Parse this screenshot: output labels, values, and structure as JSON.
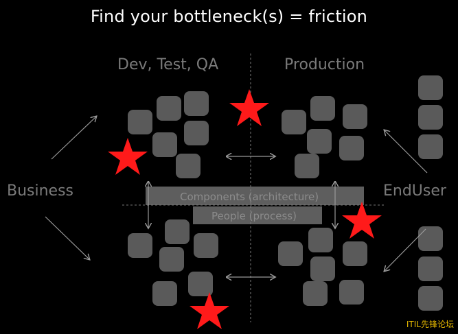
{
  "title": "Find your bottleneck(s) = friction",
  "labels": {
    "dev_test_qa": "Dev, Test, QA",
    "production": "Production",
    "business": "Business",
    "end_user": "EndUser",
    "components": "Components (architecture)",
    "people": "People (process)"
  },
  "watermark": "ITIL先锋论坛",
  "colors": {
    "background": "#000000",
    "box": "#5a5a5a",
    "band": "#7d7d7d",
    "star": "#ff1a1a",
    "arrow": "#9a9a9a",
    "title": "#ffffff",
    "label": "#7a7a7a",
    "watermark": "#e6b800"
  }
}
